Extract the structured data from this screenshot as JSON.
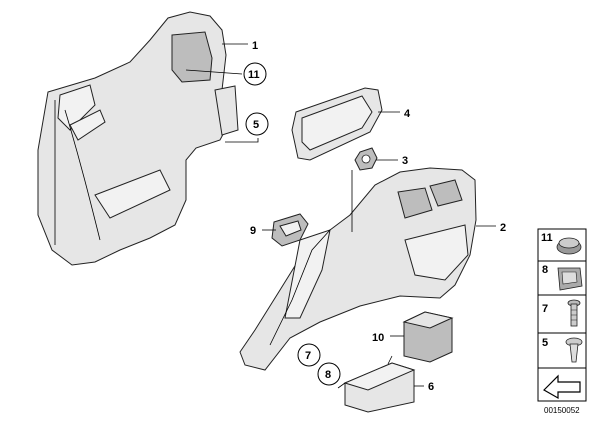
{
  "callouts": {
    "c1": "1",
    "c2": "2",
    "c3": "3",
    "c4": "4",
    "c5": "5",
    "c6": "6",
    "c7": "7",
    "c8": "8",
    "c9": "9",
    "c10": "10",
    "c11": "11"
  },
  "legend": {
    "items": [
      "11",
      "8",
      "7",
      "5"
    ]
  },
  "diagram_id": "00150052"
}
